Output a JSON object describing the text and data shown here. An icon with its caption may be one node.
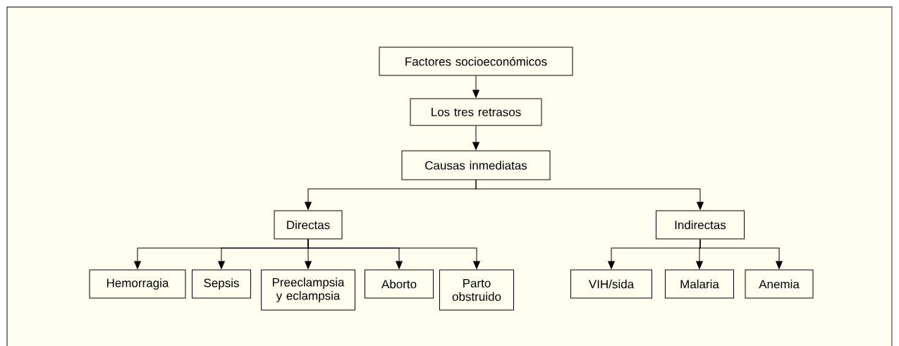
{
  "diagram": {
    "nodes": [
      {
        "text": [
          "Factores socioeconómicos"
        ]
      },
      {
        "text": [
          "Los tres retrasos"
        ]
      },
      {
        "text": [
          "Causas inmediatas"
        ]
      },
      {
        "text": [
          "Directas"
        ]
      },
      {
        "text": [
          "Indirectas"
        ]
      },
      {
        "text": [
          "Hemorragia"
        ]
      },
      {
        "text": [
          "Sepsis"
        ]
      },
      {
        "text": [
          "Preeclampsia y eclampsia"
        ]
      },
      {
        "text": [
          "Aborto"
        ]
      },
      {
        "text": [
          "Parto obstruido"
        ]
      },
      {
        "text": [
          "VIH/sida"
        ]
      },
      {
        "text": [
          "Malaria"
        ]
      },
      {
        "text": [
          "Anemia"
        ]
      }
    ],
    "edges": [
      {
        "from": 0,
        "to": 1,
        "arrow": "to"
      },
      {
        "from": 1,
        "to": 2,
        "arrow": "to"
      },
      {
        "from": 2,
        "to": 3,
        "arrow": "to"
      },
      {
        "from": 2,
        "to": 4,
        "arrow": "to"
      },
      {
        "from": 3,
        "to": 5,
        "arrow": "to"
      },
      {
        "from": 3,
        "to": 6,
        "arrow": "to"
      },
      {
        "from": 3,
        "to": 7,
        "arrow": "to"
      },
      {
        "from": 3,
        "to": 8,
        "arrow": "to"
      },
      {
        "from": 3,
        "to": 9,
        "arrow": "to"
      },
      {
        "from": 4,
        "to": 10,
        "arrow": "to"
      },
      {
        "from": 4,
        "to": 11,
        "arrow": "to"
      },
      {
        "from": 4,
        "to": 12,
        "arrow": "to"
      }
    ]
  }
}
